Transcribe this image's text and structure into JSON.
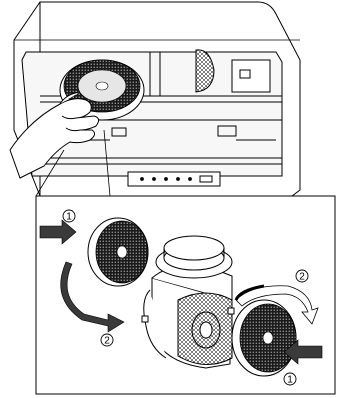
{
  "steps": {
    "top_left": "1",
    "bottom_right": "1",
    "right_rotate": "2",
    "left_rotate": "2"
  },
  "colors": {
    "line": "#000000",
    "dark_fill": "#1a1a1a",
    "filter_grey": "#d9d9d9",
    "hood_grey": "#f2f2f2",
    "arrow_grey": "#3a3a3a"
  },
  "icons": {
    "push_arrow": "push-arrow-icon",
    "rotate_arrow": "rotate-arrow-icon"
  }
}
